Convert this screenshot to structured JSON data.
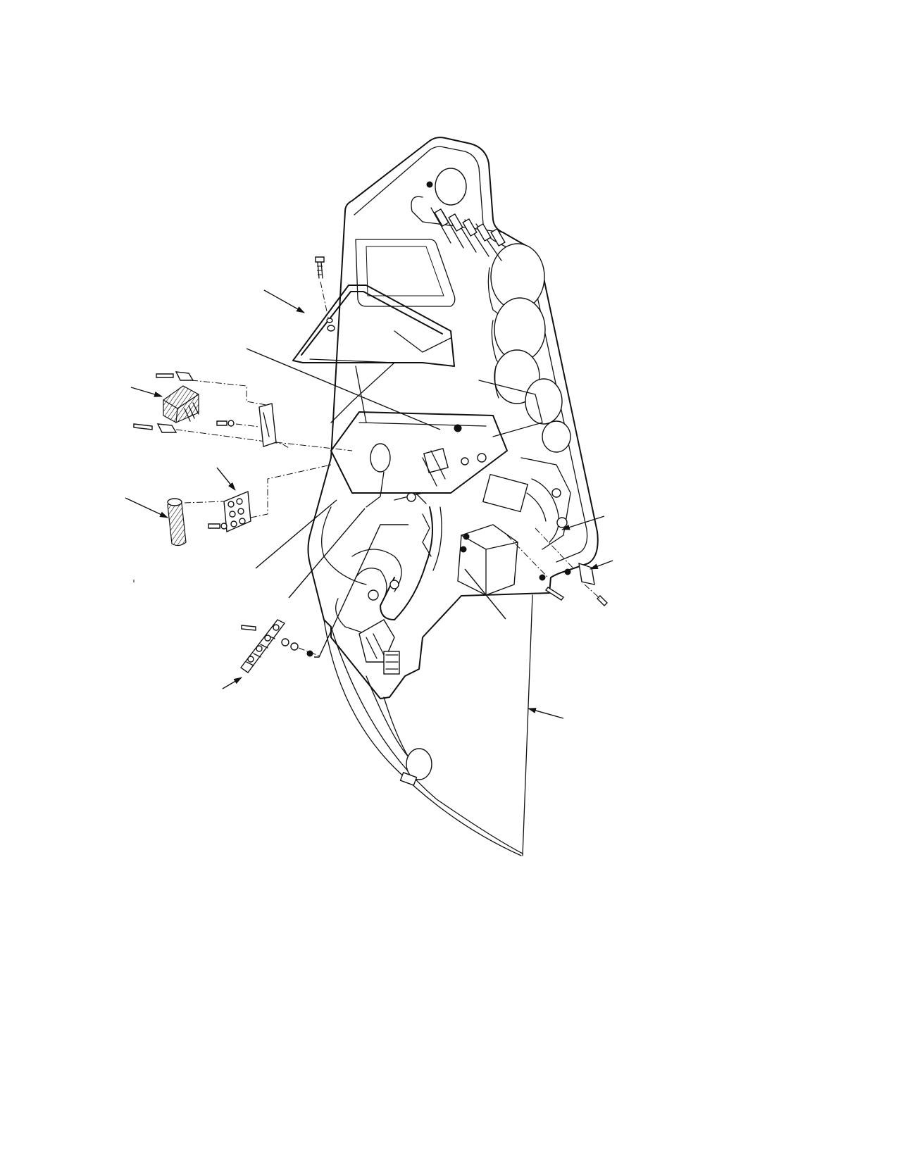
{
  "figure": {
    "kind": "exploded-view line drawing",
    "background": "#ffffff",
    "ink": "#111111",
    "callouts": [
      {
        "id": "leader-frame",
        "target": "handle-frame"
      },
      {
        "id": "leader-nut-center",
        "target": "center-nut"
      },
      {
        "id": "leader-relay",
        "target": "relay-block"
      },
      {
        "id": "leader-terminal-small",
        "target": "small-terminal-board"
      },
      {
        "id": "leader-tube",
        "target": "tube-sleeve"
      },
      {
        "id": "leader-wire-a",
        "target": "lower-harness"
      },
      {
        "id": "leader-wire-b",
        "target": "lower-harness"
      },
      {
        "id": "leader-terminal-long",
        "target": "long-terminal-strip"
      },
      {
        "id": "leader-right-harness",
        "target": "right-harness"
      },
      {
        "id": "leader-bracket",
        "target": "right-bracket"
      },
      {
        "id": "leader-transformer",
        "target": "transformer"
      },
      {
        "id": "leader-cover",
        "target": "cover-panel"
      }
    ]
  }
}
